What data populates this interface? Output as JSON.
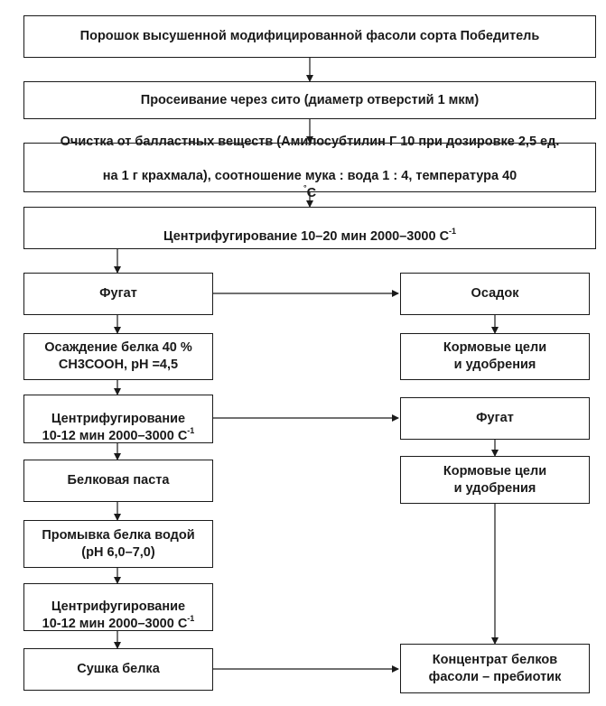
{
  "steps": {
    "s1": "Порошок высушенной модифицированной фасоли сорта Победитель",
    "s2": "Просеивание через сито (диаметр отверстий 1 мкм)",
    "s3_line1": "Очистка от балластных веществ (Амилосубтилин Г 10 при дозировке 2,5 ед.",
    "s3_line2": "на 1 г крахмала), соотношение мука : вода 1 : 4, температура 40",
    "s3_sup": "°",
    "s3_end": "С",
    "s4_main": "Центрифугирование 10–20 мин 2000–3000 С",
    "s4_sup": "-1"
  },
  "left": {
    "fugat": "Фугат",
    "precip": "Осаждение белка 40 %\nСН3СООН, рН =4,5",
    "centr2_main": "Центрифугирование\n10-12 мин 2000–3000 С",
    "centr2_sup": "-1",
    "paste": "Белковая паста",
    "wash": "Промывка белка водой\n(рН 6,0–7,0)",
    "centr3_main": "Центрифугирование\n10-12 мин 2000–3000 С",
    "centr3_sup": "-1",
    "dry": "Сушка белка"
  },
  "right": {
    "sediment": "Осадок",
    "feed1": "Кормовые цели\nи удобрения",
    "fugat2": "Фугат",
    "feed2": "Кормовые цели\nи удобрения",
    "concentrate": "Концентрат белков\nфасоли – пребиотик"
  }
}
